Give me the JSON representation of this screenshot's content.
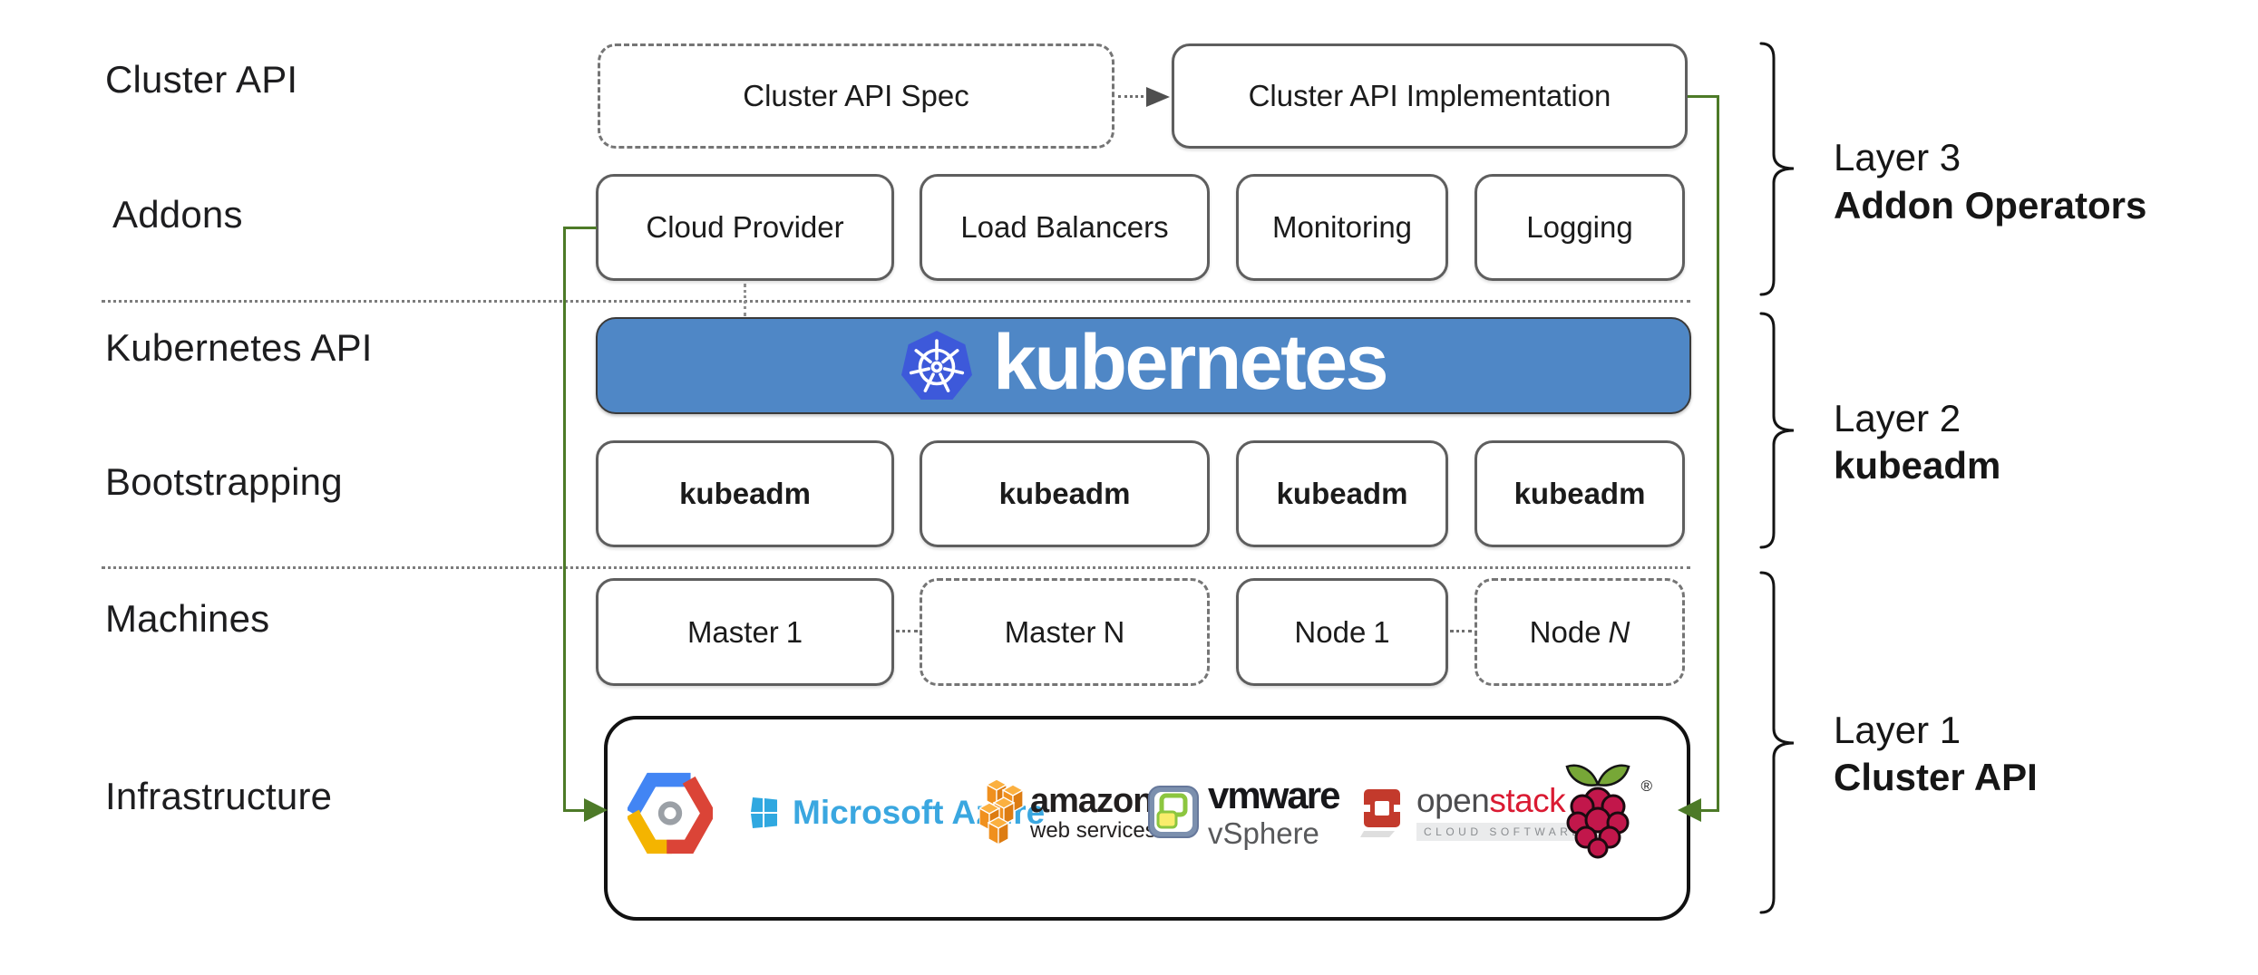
{
  "left_labels": {
    "cluster_api": "Cluster API",
    "addons": "Addons",
    "kubernetes_api": "Kubernetes API",
    "bootstrapping": "Bootstrapping",
    "machines": "Machines",
    "infrastructure": "Infrastructure"
  },
  "top_row": {
    "spec": "Cluster API Spec",
    "implementation": "Cluster API Implementation"
  },
  "addon_boxes": [
    "Cloud Provider",
    "Load Balancers",
    "Monitoring",
    "Logging"
  ],
  "banner": {
    "text": "kubernetes"
  },
  "bootstrap_boxes": [
    "kubeadm",
    "kubeadm",
    "kubeadm",
    "kubeadm"
  ],
  "machine_boxes": [
    {
      "prefix": "Master",
      "suffix": "1",
      "style": "solid",
      "suffix_italic": false
    },
    {
      "prefix": "Master",
      "suffix": "N",
      "style": "dashed",
      "suffix_italic": false
    },
    {
      "prefix": "Node",
      "suffix": "1",
      "style": "solid",
      "suffix_italic": false
    },
    {
      "prefix": "Node",
      "suffix": "N",
      "style": "dashed",
      "suffix_italic": true
    }
  ],
  "layers": [
    {
      "line1": "Layer 3",
      "line2": "Addon Operators"
    },
    {
      "line1": "Layer 2",
      "line2": "kubeadm"
    },
    {
      "line1": "Layer 1",
      "line2": "Cluster API"
    }
  ],
  "infrastructure_logos": {
    "google_cloud": {
      "icon": "google-cloud-hexagon-icon"
    },
    "azure": {
      "icon": "microsoft-window-icon",
      "text": "Microsoft Azure"
    },
    "aws": {
      "icon": "aws-cubes-icon",
      "line1": "amazon",
      "line2": "web services"
    },
    "vmware": {
      "icon": "vmware-vsphere-icon",
      "line1": "vmware",
      "line2": "vSphere"
    },
    "openstack": {
      "icon": "openstack-ring-icon",
      "word_left": "open",
      "word_right": "stack",
      "tagline": "CLOUD SOFTWARE"
    },
    "raspberry_pi": {
      "icon": "raspberry-pi-icon",
      "registered_mark": "®"
    }
  },
  "icons": [
    "kubernetes-wheel-icon",
    "arrow-right-icon",
    "arrow-left-icon",
    "brace-icon"
  ],
  "colors": {
    "banner_blue": "#4F87C6",
    "kubernetes_logo_blue": "#3D59DA",
    "connector_green": "#4D7A28",
    "box_border_gray": "#5E5E5E",
    "text_dark": "#1C1C1C",
    "azure_blue": "#3AA7E0",
    "aws_orange": "#F0901E",
    "openstack_red": "#C33A2C",
    "raspberry_red": "#C2174B",
    "raspberry_green": "#77A737",
    "gcp_blue": "#4285F4",
    "gcp_red": "#DB4437",
    "gcp_yellow": "#F4B400"
  }
}
